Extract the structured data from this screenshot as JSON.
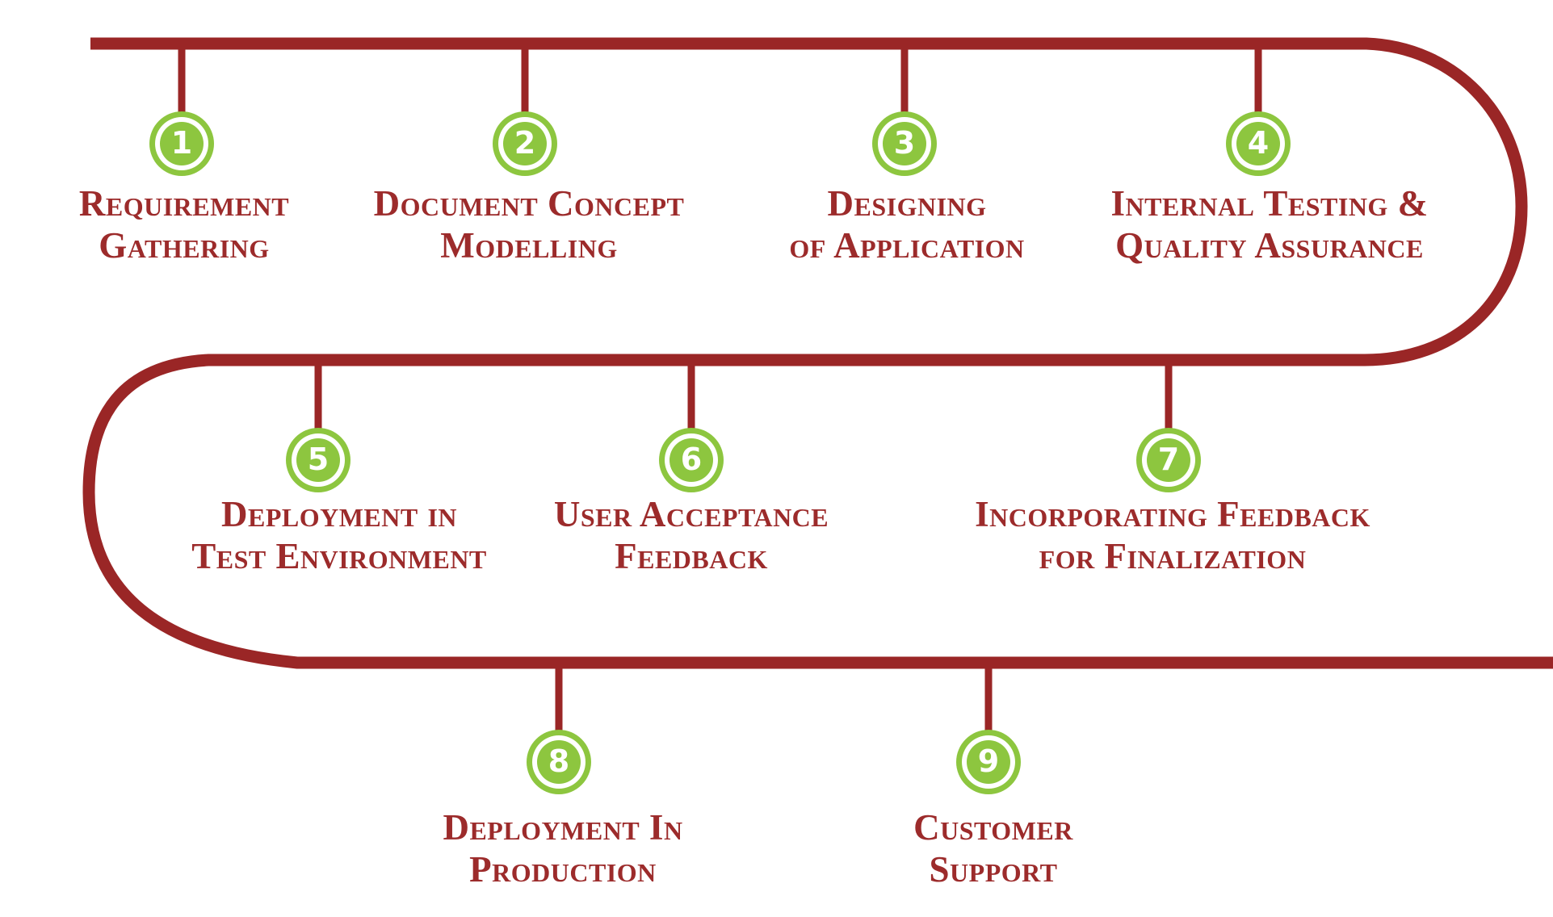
{
  "diagram": {
    "kind": "process-timeline-snake",
    "colors": {
      "line_red": "#9a2626",
      "label_red": "#9c2b2b",
      "badge_green": "#8dc63f",
      "badge_number_white": "#ffffff",
      "background": "#ffffff"
    },
    "steps": [
      {
        "number": "1",
        "line1": "Requirement",
        "line2": "Gathering"
      },
      {
        "number": "2",
        "line1": "Document Concept",
        "line2": "Modelling"
      },
      {
        "number": "3",
        "line1": "Designing",
        "line2": "of Application"
      },
      {
        "number": "4",
        "line1": "Internal Testing &",
        "line2": "Quality Assurance"
      },
      {
        "number": "5",
        "line1": "Deployment in",
        "line2": "Test Environment"
      },
      {
        "number": "6",
        "line1": "User Acceptance",
        "line2": "Feedback"
      },
      {
        "number": "7",
        "line1": "Incorporating Feedback",
        "line2": "for Finalization"
      },
      {
        "number": "8",
        "line1": "Deployment In",
        "line2": "Production"
      },
      {
        "number": "9",
        "line1": "Customer",
        "line2": "Support"
      }
    ]
  }
}
